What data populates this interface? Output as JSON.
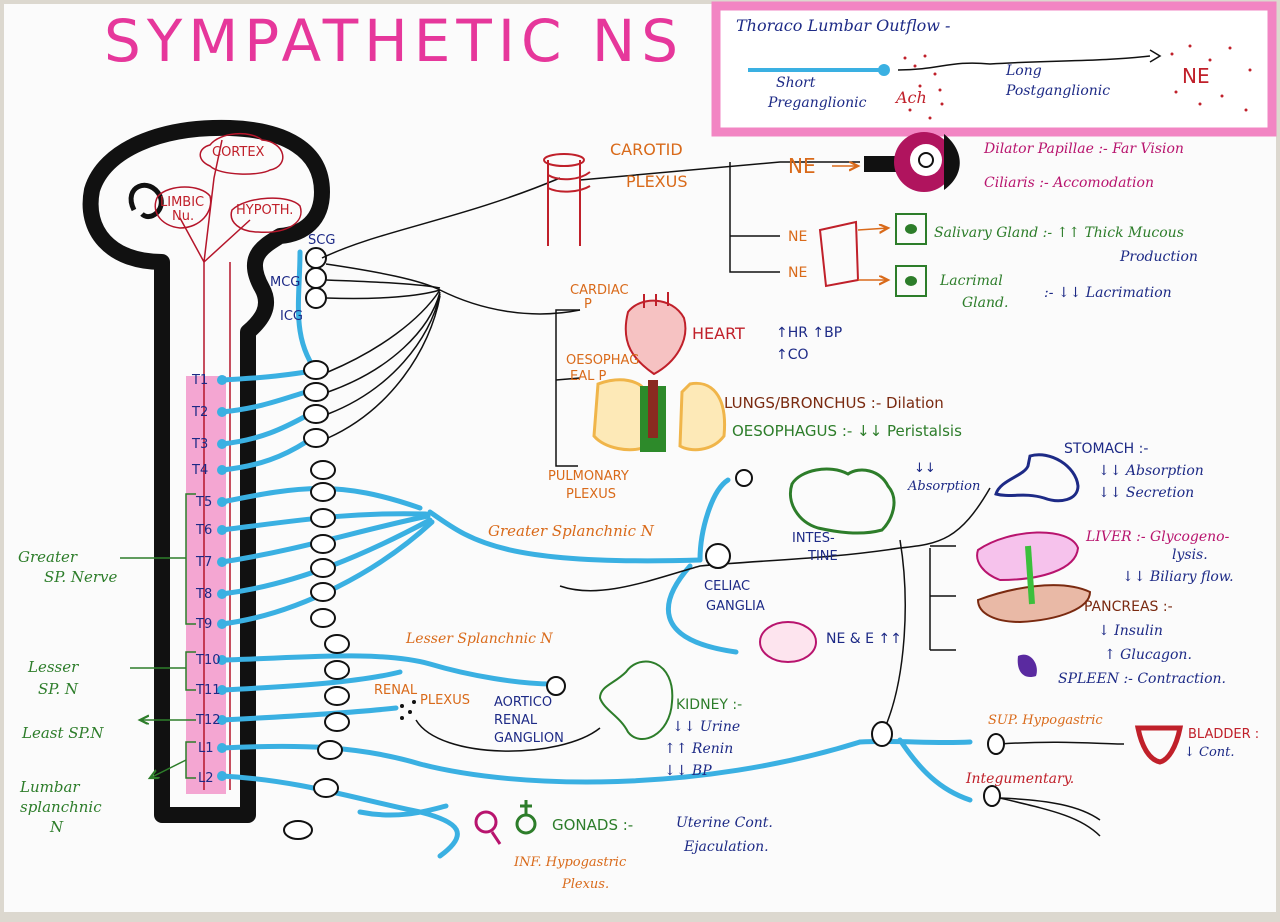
{
  "title": "SYMPATHETIC NS",
  "outflow_box": {
    "heading": "Thoraco Lumbar Outflow -",
    "short_pre_1": "Short",
    "short_pre_2": "Preganglionic",
    "ach": "Ach",
    "long_post_1": "Long",
    "long_post_2": "Postganglionic",
    "ne": "NE"
  },
  "brain": {
    "cortex": "CORTEX",
    "limbic_1": "LIMBIC",
    "limbic_2": "Nu.",
    "hypoth": "HYPOTH."
  },
  "cervical_ganglia": [
    "SCG",
    "MCG",
    "ICG"
  ],
  "segments": [
    "T1",
    "T2",
    "T3",
    "T4",
    "T5",
    "T6",
    "T7",
    "T8",
    "T9",
    "T10",
    "T11",
    "T12",
    "L1",
    "L2"
  ],
  "left_labels": {
    "greater_1": "Greater",
    "greater_2": "SP. Nerve",
    "lesser_1": "Lesser",
    "lesser_2": "SP. N",
    "least": "Least SP.N",
    "lumbar_1": "Lumbar",
    "lumbar_2": "splanchnic",
    "lumbar_3": "N"
  },
  "head_targets": {
    "carotid_1": "CAROTID",
    "carotid_2": "PLEXUS",
    "ne_eye": "NE",
    "ne_salivary": "NE",
    "ne_lacrimal": "NE",
    "dilator": "Dilator Papillae :- Far Vision",
    "ciliaris": "Ciliaris :- Accomodation",
    "salivary": "Salivary Gland :- ↑↑ Thick Mucous",
    "salivary_2": "Production",
    "lacrimal_1": "Lacrimal",
    "lacrimal_2": "Gland.",
    "lacrimal_effect": ":- ↓↓ Lacrimation"
  },
  "thorax_targets": {
    "cardiac_1": "CARDIAC",
    "cardiac_2": "P",
    "heart": "HEART",
    "heart_effect_1": "↑HR ↑BP",
    "heart_effect_2": "↑CO",
    "oesoph_1": "OESOPHAG",
    "oesoph_2": "EAL P",
    "lungs": "LUNGS/BRONCHUS :- Dilation",
    "oesophagus": "OESOPHAGUS :- ↓↓ Peristalsis",
    "pulm_1": "PULMONARY",
    "pulm_2": "PLEXUS"
  },
  "abdomen_targets": {
    "greater_splanchnic": "Greater Splanchnic N",
    "celiac_1": "CELIAC",
    "celiac_2": "GANGLIA",
    "adrenal": "NE & E ↑↑",
    "intestine_1": "INTES-",
    "intestine_2": "TINE",
    "absorption_1": "↓↓",
    "absorption_2": "Absorption",
    "stomach": "STOMACH :-",
    "stomach_e1": "↓↓ Absorption",
    "stomach_e2": "↓↓ Secretion",
    "liver": "LIVER :- Glycogeno-",
    "liver_2": "lysis.",
    "liver_3": "↓↓ Biliary flow.",
    "pancreas": "PANCREAS :-",
    "pancreas_1": "↓ Insulin",
    "pancreas_2": "↑ Glucagon.",
    "spleen": "SPLEEN :- Contraction.",
    "lesser_splanchnic": "Lesser Splanchnic N",
    "renal_1": "RENAL",
    "renal_2": "PLEXUS",
    "aortico_1": "AORTICO",
    "aortico_2": "RENAL",
    "aortico_3": "GANGLION",
    "kidney": "KIDNEY :-",
    "kidney_1": "↓↓ Urine",
    "kidney_2": "↑↑ Renin",
    "kidney_3": "↓↓ BP"
  },
  "pelvic_targets": {
    "sup_hypo": "SUP. Hypogastric",
    "bladder": "BLADDER :",
    "bladder_2": "↓ Cont.",
    "integument": "Integumentary.",
    "gonads": "GONADS :-",
    "gonads_1": "Uterine Cont.",
    "gonads_2": "Ejaculation.",
    "inf_hypo_1": "INF. Hypogastric",
    "inf_hypo_2": "Plexus."
  },
  "colors": {
    "pink": "#e6379b",
    "blue_fiber": "#3ab0e2",
    "navy_text": "#1d2a86",
    "orange_text": "#d96a1a",
    "green_text": "#2d7d2a"
  }
}
